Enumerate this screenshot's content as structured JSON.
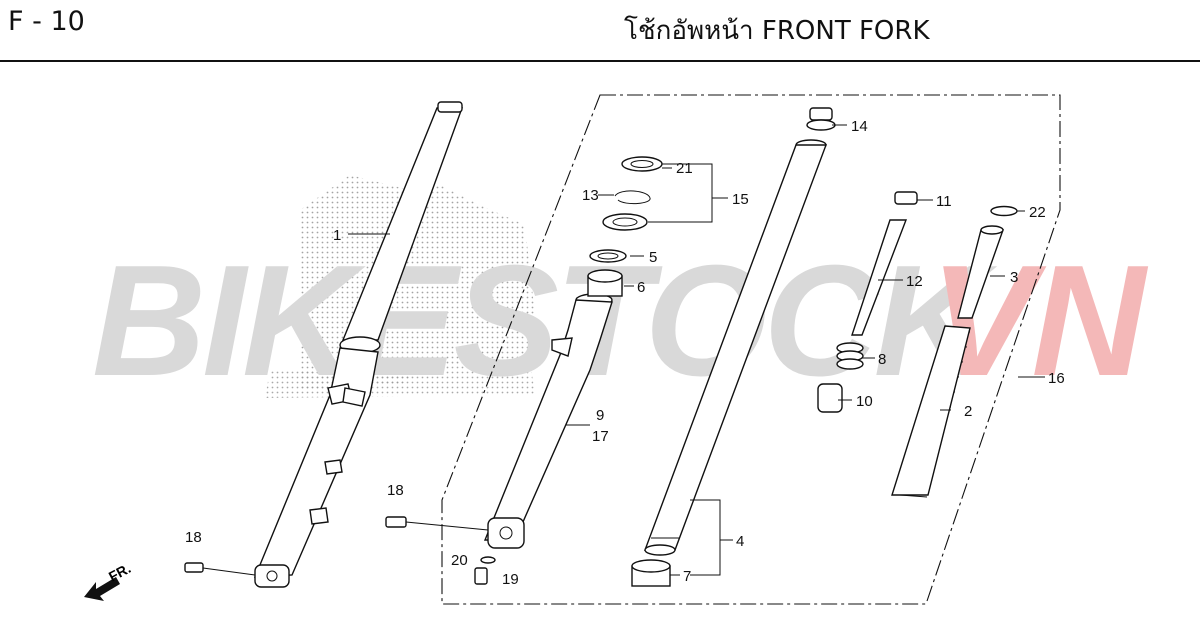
{
  "header": {
    "code": "F - 10",
    "title": "โช้กอัพหน้า  FRONT FORK"
  },
  "watermark": {
    "text_main": "BIKESTOCK",
    "text_accent": "VN",
    "main_color": "#d9d9d9",
    "accent_color": "#f4b8b8"
  },
  "direction": {
    "label": "FR."
  },
  "callouts": [
    {
      "id": "c1",
      "label": "1"
    },
    {
      "id": "c2",
      "label": "2"
    },
    {
      "id": "c3",
      "label": "3"
    },
    {
      "id": "c4",
      "label": "4"
    },
    {
      "id": "c5",
      "label": "5"
    },
    {
      "id": "c6",
      "label": "6"
    },
    {
      "id": "c7",
      "label": "7"
    },
    {
      "id": "c8",
      "label": "8"
    },
    {
      "id": "c9",
      "label": "9"
    },
    {
      "id": "c17",
      "label": "17"
    },
    {
      "id": "c10",
      "label": "10"
    },
    {
      "id": "c11",
      "label": "11"
    },
    {
      "id": "c12",
      "label": "12"
    },
    {
      "id": "c13",
      "label": "13"
    },
    {
      "id": "c14",
      "label": "14"
    },
    {
      "id": "c15",
      "label": "15"
    },
    {
      "id": "c16",
      "label": "16"
    },
    {
      "id": "c18a",
      "label": "18"
    },
    {
      "id": "c18b",
      "label": "18"
    },
    {
      "id": "c19",
      "label": "19"
    },
    {
      "id": "c20",
      "label": "20"
    },
    {
      "id": "c21",
      "label": "21"
    },
    {
      "id": "c22",
      "label": "22"
    }
  ]
}
